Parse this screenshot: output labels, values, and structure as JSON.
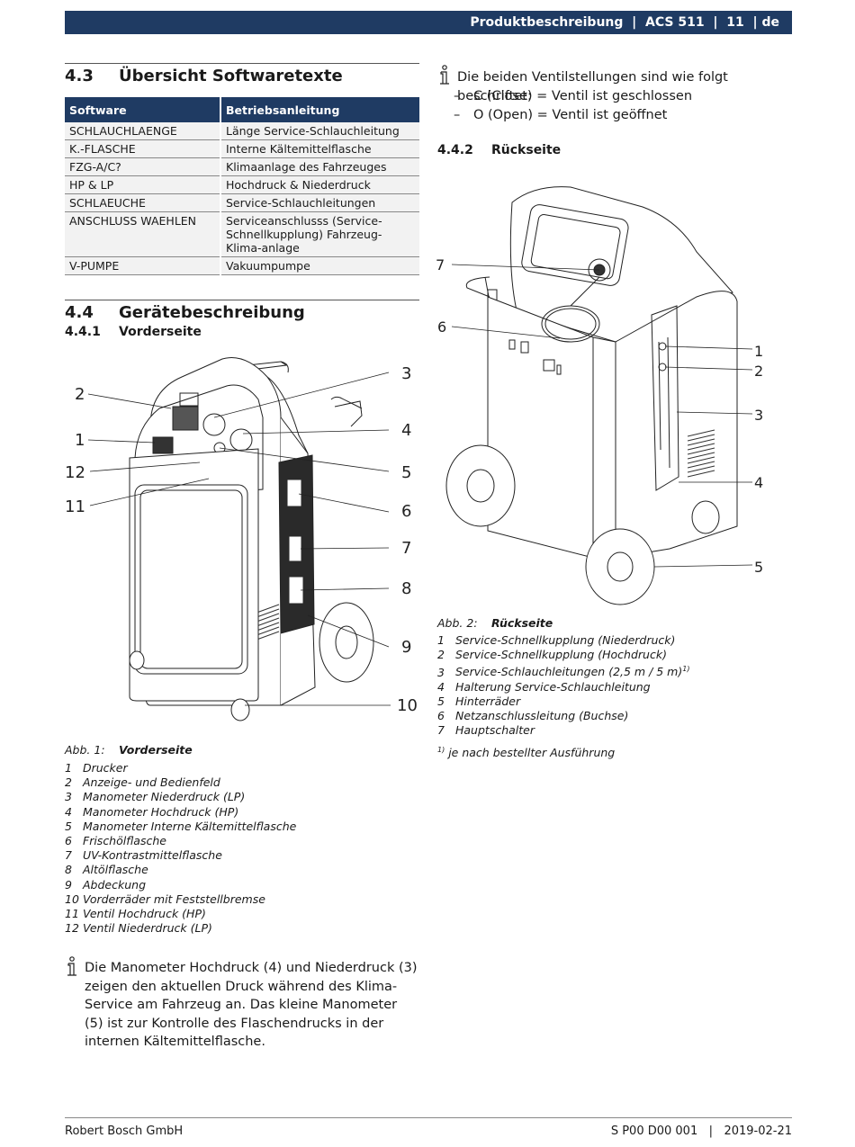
{
  "header": {
    "section": "Produktbeschreibung",
    "product": "ACS 511",
    "page": "11",
    "lang": "de",
    "sep": "|"
  },
  "sec43": {
    "num": "4.3",
    "title": "Übersicht Softwaretexte",
    "table": {
      "headers": [
        "Software",
        "Betriebsanleitung"
      ],
      "rows": [
        [
          "SCHLAUCHLAENGE",
          "Länge Service-Schlauchleitung"
        ],
        [
          "K.-FLASCHE",
          "Interne Kältemittelflasche"
        ],
        [
          "FZG-A/C?",
          "Klimaanlage des Fahrzeuges"
        ],
        [
          "HP & LP",
          "Hochdruck & Niederdruck"
        ],
        [
          "SCHLAEUCHE",
          "Service-Schlauchleitungen"
        ],
        [
          "ANSCHLUSS WAEHLEN",
          "Serviceanschlusss (Service-Schnellkupplung) Fahrzeug-Klima-anlage"
        ],
        [
          "V-PUMPE",
          "Vakuumpumpe"
        ]
      ]
    }
  },
  "sec44": {
    "num": "4.4",
    "title": "Gerätebeschreibung",
    "sub_num": "4.4.1",
    "sub_title": "Vorderseite"
  },
  "fig1": {
    "callouts": [
      "1",
      "2",
      "3",
      "4",
      "5",
      "6",
      "7",
      "8",
      "9",
      "10",
      "11",
      "12"
    ],
    "caption_label": "Abb. 1:",
    "caption_title": "Vorderseite",
    "items": [
      {
        "n": "1",
        "t": "Drucker"
      },
      {
        "n": "2",
        "t": "Anzeige- und Bedienfeld"
      },
      {
        "n": "3",
        "t": "Manometer Niederdruck (LP)"
      },
      {
        "n": "4",
        "t": "Manometer Hochdruck (HP)"
      },
      {
        "n": "5",
        "t": "Manometer Interne Kältemittelflasche"
      },
      {
        "n": "6",
        "t": "Frischölflasche"
      },
      {
        "n": "7",
        "t": "UV-Kontrastmittelflasche"
      },
      {
        "n": "8",
        "t": "Altölflasche"
      },
      {
        "n": "9",
        "t": "Abdeckung"
      },
      {
        "n": "10",
        "t": "Vorderräder mit Feststellbremse"
      },
      {
        "n": "11",
        "t": "Ventil Hochdruck (HP)"
      },
      {
        "n": "12",
        "t": "Ventil Niederdruck (LP)"
      }
    ]
  },
  "note_bottom": "Die Manometer Hochdruck (4) und Niederdruck (3) zeigen den aktuellen Druck während des Klima-Service am Fahrzeug an. Das kleine Manometer (5) ist zur Kontrolle des Flaschendrucks in der internen Kältemittelflasche.",
  "note_valve": {
    "intro": "Die beiden Ventilstellungen sind wie folgt beschriftet:",
    "items": [
      "C (Close) = Ventil ist geschlossen",
      "O (Open) = Ventil ist geöffnet"
    ],
    "dash": "–"
  },
  "sec442": {
    "num": "4.4.2",
    "title": "Rückseite"
  },
  "fig2": {
    "callouts": [
      "1",
      "2",
      "3",
      "4",
      "5",
      "6",
      "7"
    ],
    "caption_label": "Abb. 2:",
    "caption_title": "Rückseite",
    "items": [
      {
        "n": "1",
        "t": "Service-Schnellkupplung (Niederdruck)"
      },
      {
        "n": "2",
        "t": "Service-Schnellkupplung (Hochdruck)"
      },
      {
        "n": "3",
        "t": "Service-Schlauchleitungen (2,5 m / 5 m)"
      },
      {
        "n": "4",
        "t": "Halterung Service-Schlauchleitung"
      },
      {
        "n": "5",
        "t": "Hinterräder"
      },
      {
        "n": "6",
        "t": "Netzanschlussleitung (Buchse)"
      },
      {
        "n": "7",
        "t": "Hauptschalter"
      }
    ],
    "footnote_mark": "1)",
    "footnote": "je nach bestellter Ausführung"
  },
  "footer": {
    "company": "Robert Bosch GmbH",
    "docnum": "S P00 D00 001",
    "sep": "|",
    "date": "2019-02-21"
  },
  "colors": {
    "header_bg": "#1f3b63",
    "table_cell": "#f2f2f2"
  },
  "icons": [
    "info-icon"
  ]
}
